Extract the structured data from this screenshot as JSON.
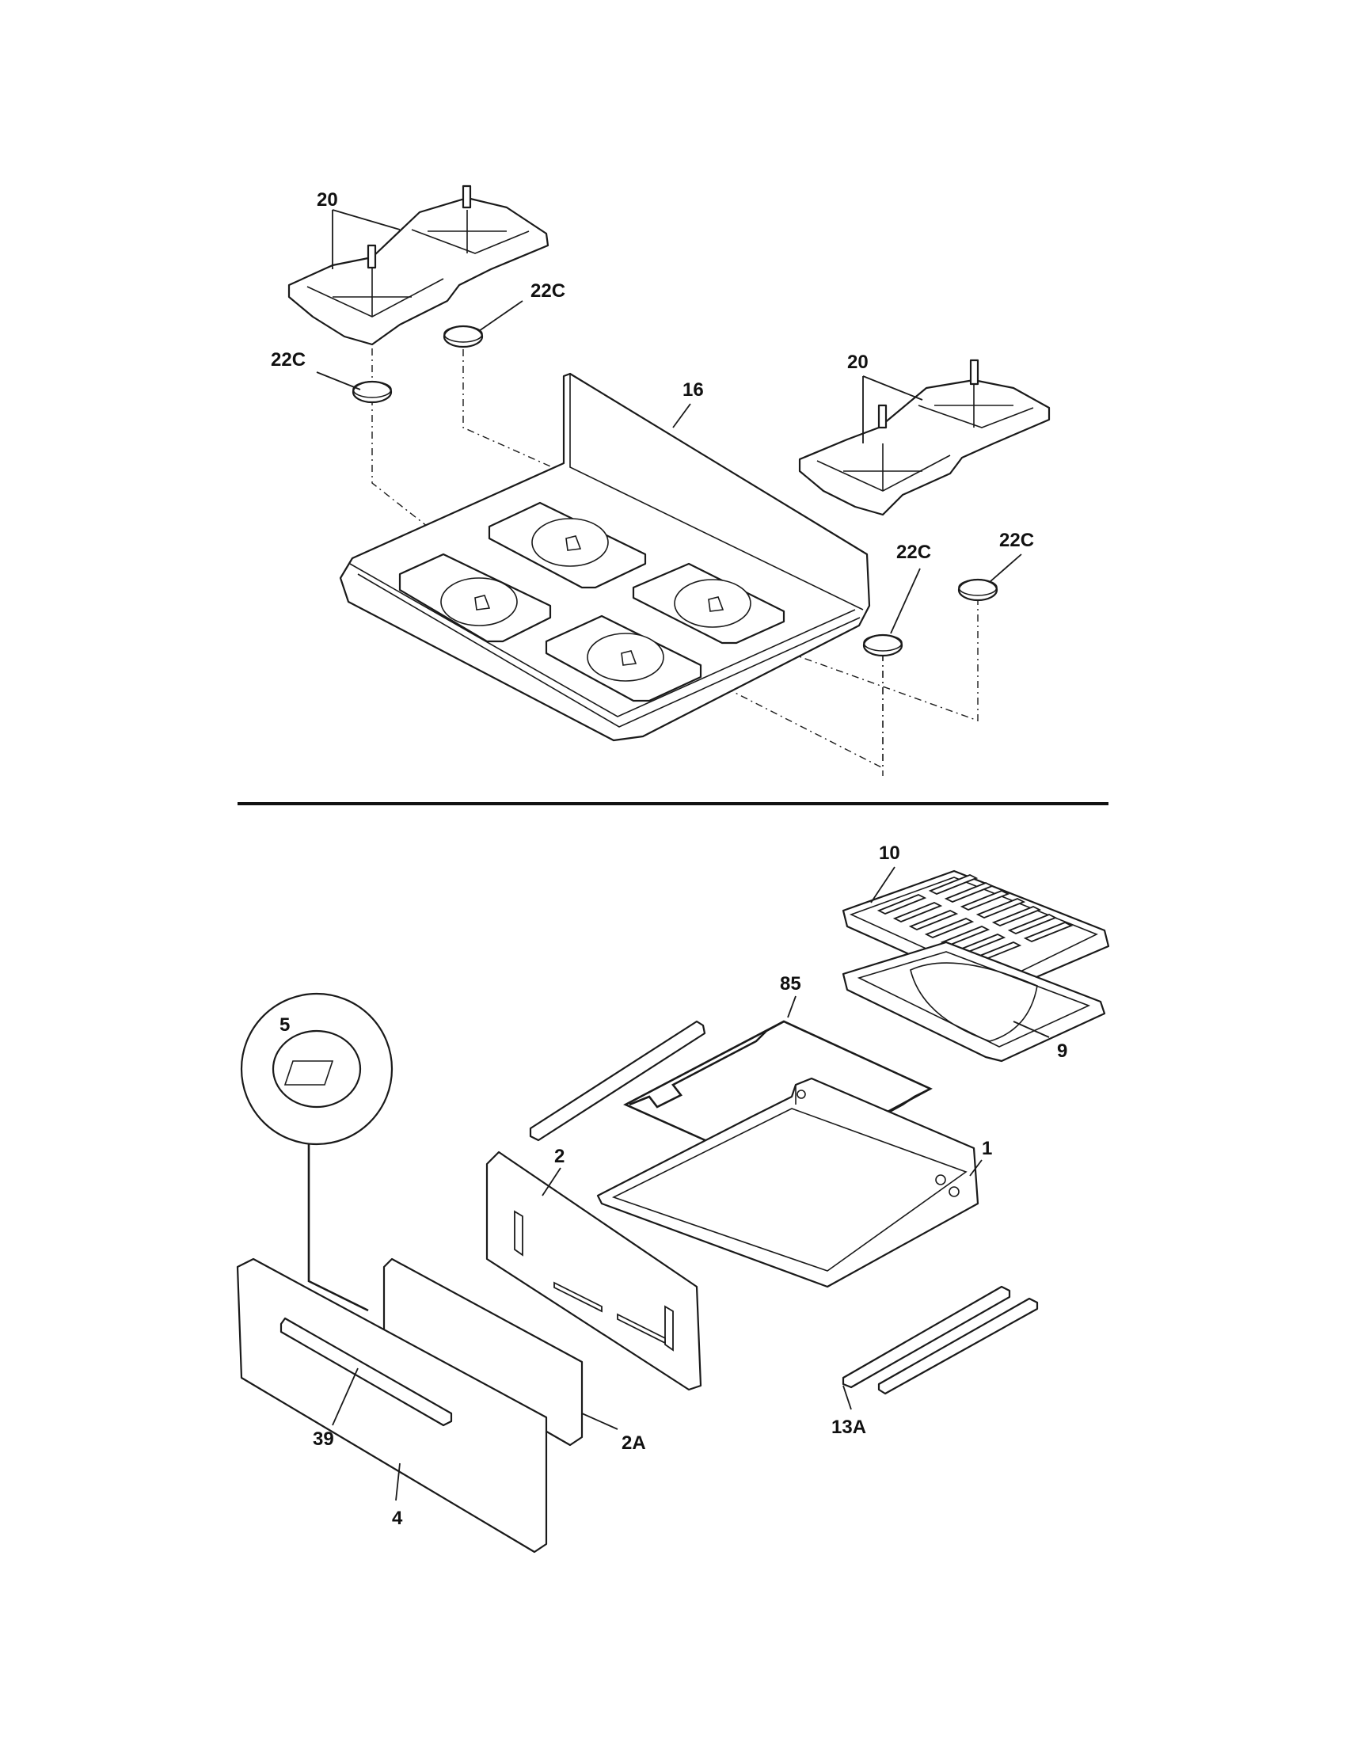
{
  "callouts": {
    "grate_left": "20",
    "cap_left_back": "22C",
    "cap_left_front": "22C",
    "cooktop": "16",
    "grate_right": "20",
    "cap_right_front": "22C",
    "cap_right_back": "22C",
    "broiler_grid": "10",
    "broiler_pan": "9",
    "broiler_rack": "85",
    "drawer_body": "1",
    "drawer_back_panel": "2",
    "drawer_panel_bracket": "2A",
    "drawer_front": "4",
    "drawer_handle": "39",
    "knob_detail": "5",
    "drawer_slides": "13A"
  },
  "colors": {
    "line": "#1a1a1a",
    "background": "#ffffff"
  }
}
